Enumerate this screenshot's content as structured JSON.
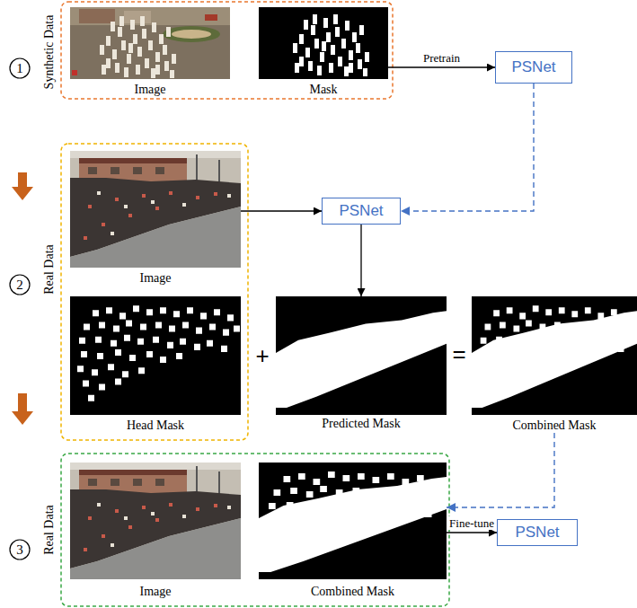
{
  "diagram": {
    "nodes": [
      {
        "text": [
          "Image"
        ]
      },
      {
        "text": [
          "Mask"
        ]
      },
      {
        "text": [
          "PSNet"
        ]
      },
      {
        "text": [
          "Image"
        ]
      },
      {
        "text": [
          "PSNet"
        ]
      },
      {
        "text": [
          "Head Mask"
        ]
      },
      {
        "text": [
          "Predicted Mask"
        ]
      },
      {
        "text": [
          "Combined Mask"
        ]
      },
      {
        "text": [
          "Image"
        ]
      },
      {
        "text": [
          "Combined Mask"
        ]
      },
      {
        "text": [
          "PSNet"
        ]
      }
    ],
    "edges": [
      {
        "from": 1,
        "to": 2,
        "label": "Pretrain",
        "arrow": "to"
      },
      {
        "from": 2,
        "to": 4,
        "arrow": "to"
      },
      {
        "from": 3,
        "to": 4,
        "arrow": "to"
      },
      {
        "from": 4,
        "to": 6,
        "arrow": "to"
      },
      {
        "from": 7,
        "to": 9,
        "arrow": "to"
      },
      {
        "from": 9,
        "to": 10,
        "label": "Fine-tune",
        "arrow": "to"
      }
    ],
    "labels": [
      "1",
      "Synthetic Data",
      "2",
      "Real Data",
      "+",
      "=",
      "3",
      "Real Data"
    ]
  }
}
